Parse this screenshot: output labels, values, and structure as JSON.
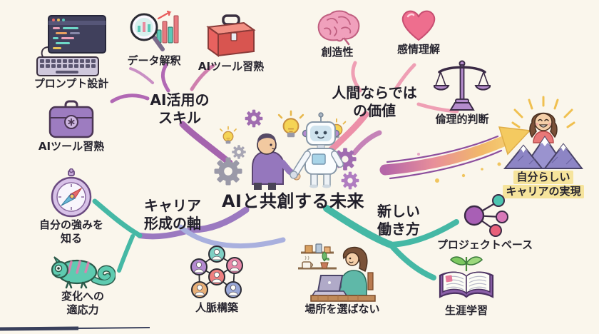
{
  "title": "AIと共創する未来",
  "goal": {
    "line1": "自分らしい",
    "line2": "キャリアの実現"
  },
  "branches": {
    "ai_skills": {
      "line1": "AI活用の",
      "line2": "スキル",
      "items": {
        "prompt_design": {
          "label": "プロンプト設計"
        },
        "data_interpretation": {
          "label": "データ解釈"
        },
        "ai_tool_mastery_top": {
          "label": "AIツール習熟"
        },
        "ai_tool_mastery_left": {
          "label": "AIツール習熟"
        }
      }
    },
    "human_value": {
      "line1": "人間ならでは",
      "line2": "の価値",
      "items": {
        "creativity": {
          "label": "創造性"
        },
        "emotional_understanding": {
          "label": "感情理解"
        },
        "ethical_judgment": {
          "label": "倫理的判断"
        }
      }
    },
    "career_axis": {
      "line1": "キャリア",
      "line2": "形成の軸",
      "items": {
        "know_strengths": {
          "line1": "自分の強みを",
          "line2": "知る"
        },
        "adaptability": {
          "line1": "変化への",
          "line2": "適応力"
        },
        "networking": {
          "label": "人脈構築"
        }
      }
    },
    "new_workstyle": {
      "line1": "新しい",
      "line2": "働き方",
      "items": {
        "location_free": {
          "label": "場所を選ばない"
        },
        "project_based": {
          "label": "プロジェクトベース"
        },
        "lifelong_learning": {
          "label": "生涯学習"
        }
      }
    }
  },
  "colors": {
    "background": "#faf6ec",
    "branch_purple": "#a564ae",
    "branch_pink": "#ec8fa8",
    "branch_teal": "#45b8a5",
    "branch_periwinkle": "#a9b0de",
    "arrow_start": "#b565a8",
    "arrow_end": "#f6d878",
    "highlight_yellow": "#f6e49c",
    "text": "#26242e"
  }
}
